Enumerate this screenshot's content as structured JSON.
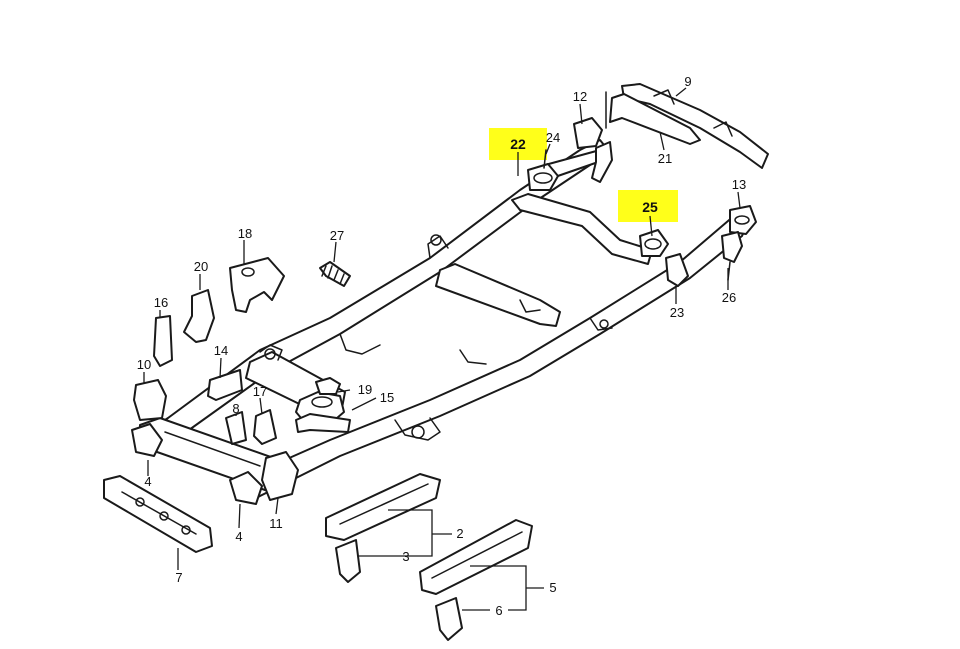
{
  "highlight_color": "#ffff1a",
  "labels": {
    "p2": "2",
    "p3": "3",
    "p4a": "4",
    "p4b": "4",
    "p5": "5",
    "p6": "6",
    "p7": "7",
    "p8": "8",
    "p9": "9",
    "p10": "10",
    "p11": "11",
    "p12": "12",
    "p13": "13",
    "p14": "14",
    "p15": "15",
    "p16": "16",
    "p17": "17",
    "p18": "18",
    "p19": "19",
    "p20": "20",
    "p21": "21",
    "p22": "22",
    "p23": "23",
    "p24": "24",
    "p25": "25",
    "p26": "26",
    "p27": "27"
  }
}
